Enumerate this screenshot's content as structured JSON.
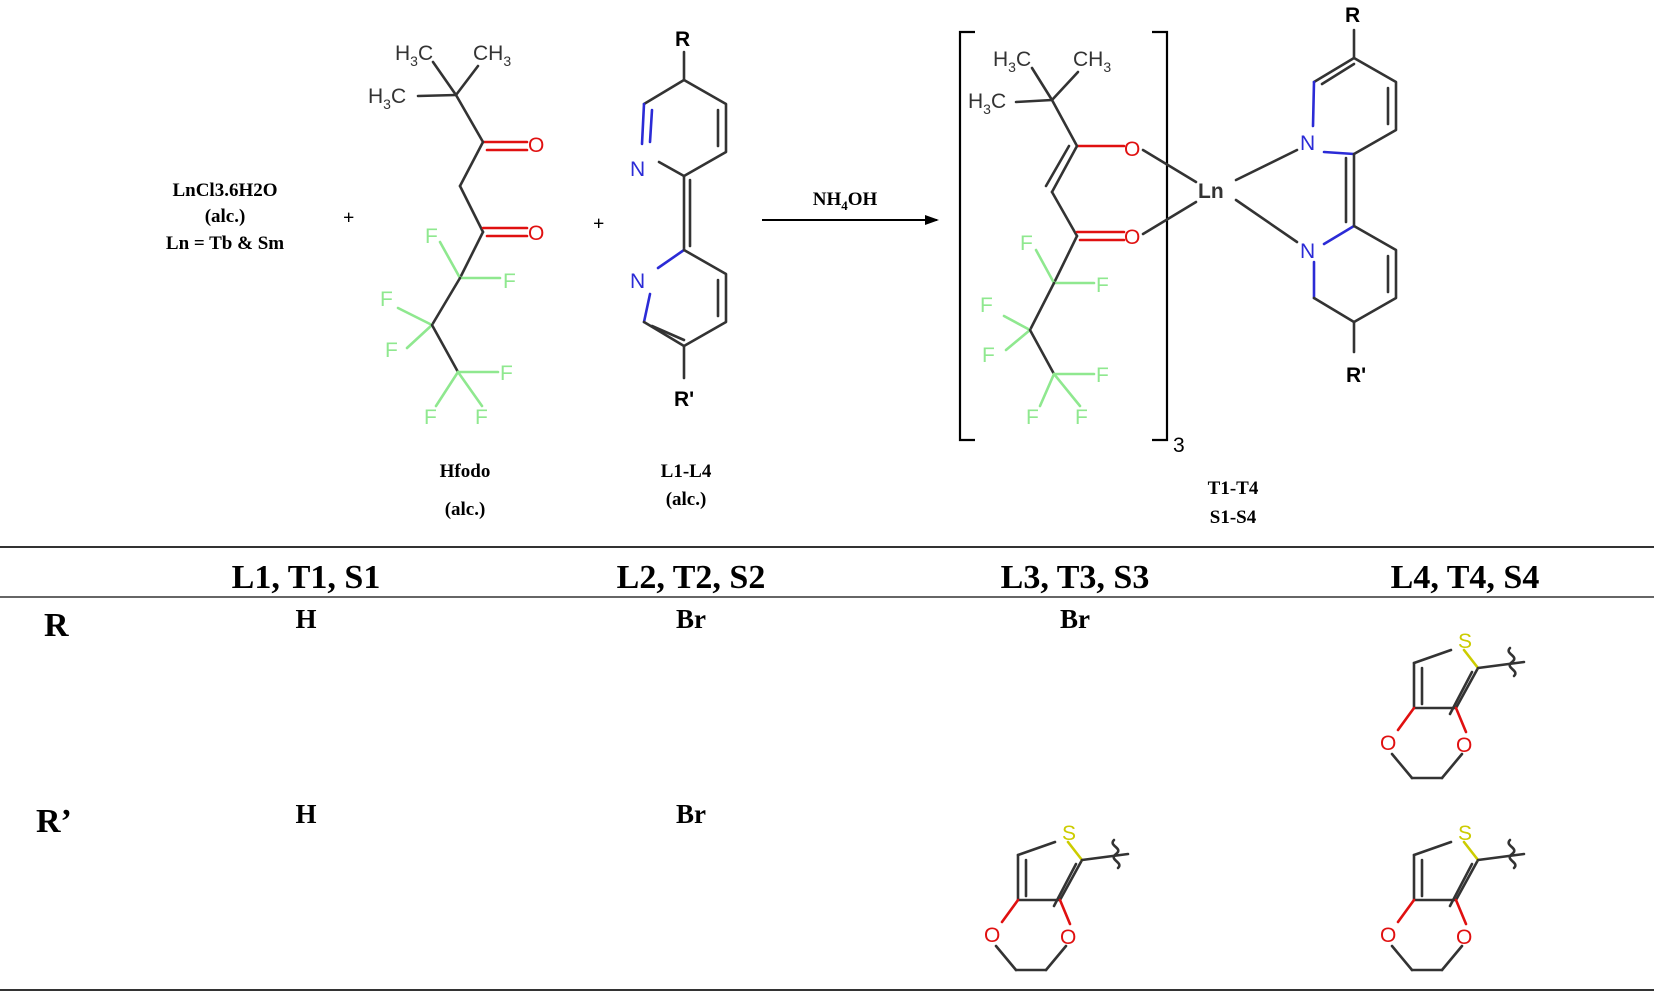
{
  "atoms": {
    "O": "O",
    "N": "N",
    "F": "F",
    "S": "S",
    "Ln": "Ln",
    "R": "R",
    "Rp": "R'",
    "H3C": "H3C",
    "CH3": "CH3"
  },
  "colors": {
    "O": "#e01010",
    "N": "#2b2bd6",
    "F": "#8fe88f",
    "S": "#cccc00",
    "C": "#333333"
  },
  "reagents": {
    "salt": {
      "line1": "LnCl3.6H2O",
      "line2": "(alc.)",
      "line3": "Ln = Tb & Sm"
    },
    "plus": "+",
    "hfodo": {
      "name": "Hfodo",
      "solvent": "(alc.)"
    },
    "ligand": {
      "name": "L1-L4",
      "solvent": "(alc.)"
    }
  },
  "arrow": {
    "label": "NH4OH"
  },
  "product": {
    "subscript": "3",
    "line1": "T1-T4",
    "line2": "S1-S4"
  },
  "table": {
    "headers": [
      "",
      "L1, T1, S1",
      "L2, T2, S2",
      "L3, T3, S3",
      "L4, T4, S4"
    ],
    "rows": [
      {
        "label": "R",
        "cells": [
          "H",
          "Br",
          "Br",
          "EDOT"
        ]
      },
      {
        "label": "R’",
        "cells": [
          "H",
          "Br",
          "EDOT",
          "EDOT"
        ]
      }
    ]
  }
}
